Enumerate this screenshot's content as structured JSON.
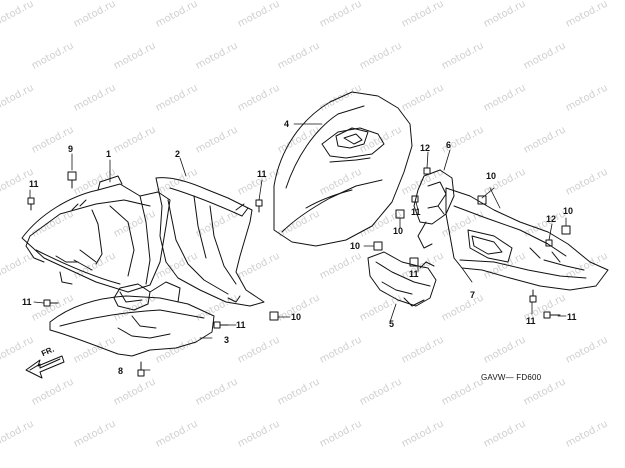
{
  "watermark": {
    "text": "motod.ru"
  },
  "diagram_code": "GAVW— FD600",
  "direction_label": "FR.",
  "callouts": {
    "c1": "1",
    "c2": "2",
    "c3": "3",
    "c4": "4",
    "c5": "5",
    "c6": "6",
    "c7": "7",
    "c8": "8",
    "c9": "9",
    "c10a": "10",
    "c10b": "10",
    "c10c": "10",
    "c10d": "10",
    "c10e": "10",
    "c11a": "11",
    "c11b": "11",
    "c11c": "11",
    "c11d": "11",
    "c11e": "11",
    "c11f": "11",
    "c11g": "11",
    "c11h": "11",
    "c12a": "12",
    "c12b": "12"
  }
}
